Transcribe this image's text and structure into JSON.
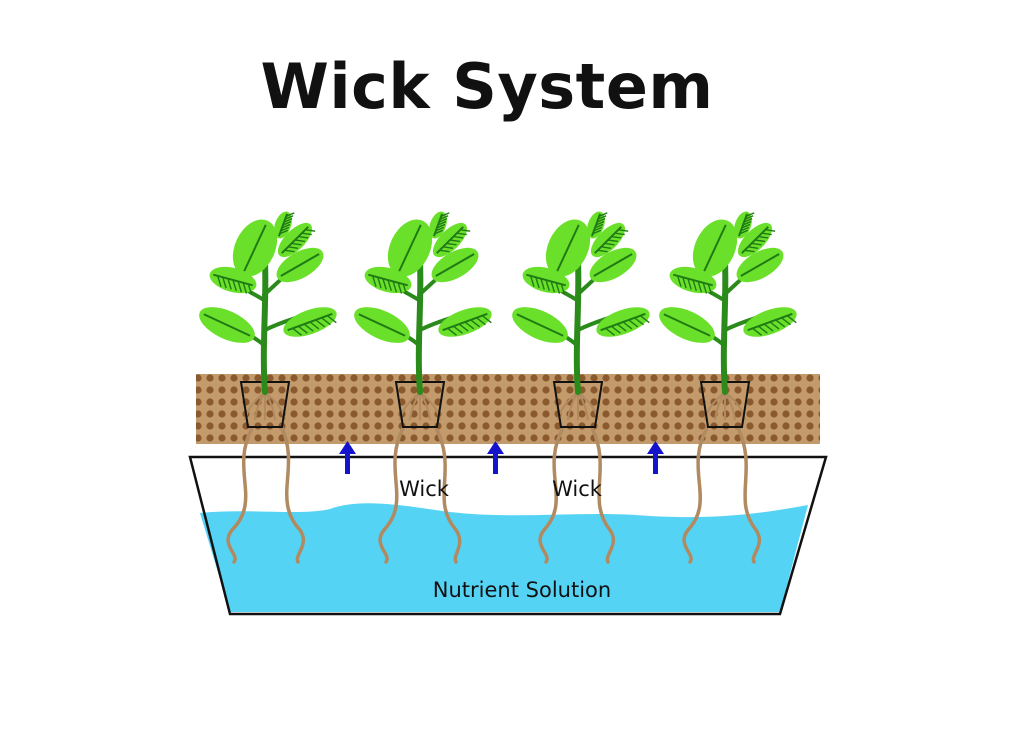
{
  "title": "Wick System",
  "labels": {
    "wick_1": "Wick",
    "wick_2": "Wick",
    "nutrient_solution": "Nutrient Solution"
  },
  "colors": {
    "water": "#55d3f5",
    "medium": "#c29a6b",
    "pellet": "#8a5a2e",
    "root": "#b08a60",
    "leaf": "#6be02b",
    "leaf_dark": "#1f7a14",
    "stem": "#2a8a1a",
    "arrow": "#1414cc",
    "outline": "#111111"
  },
  "plants": [
    "plant-1",
    "plant-2",
    "plant-3",
    "plant-4"
  ]
}
